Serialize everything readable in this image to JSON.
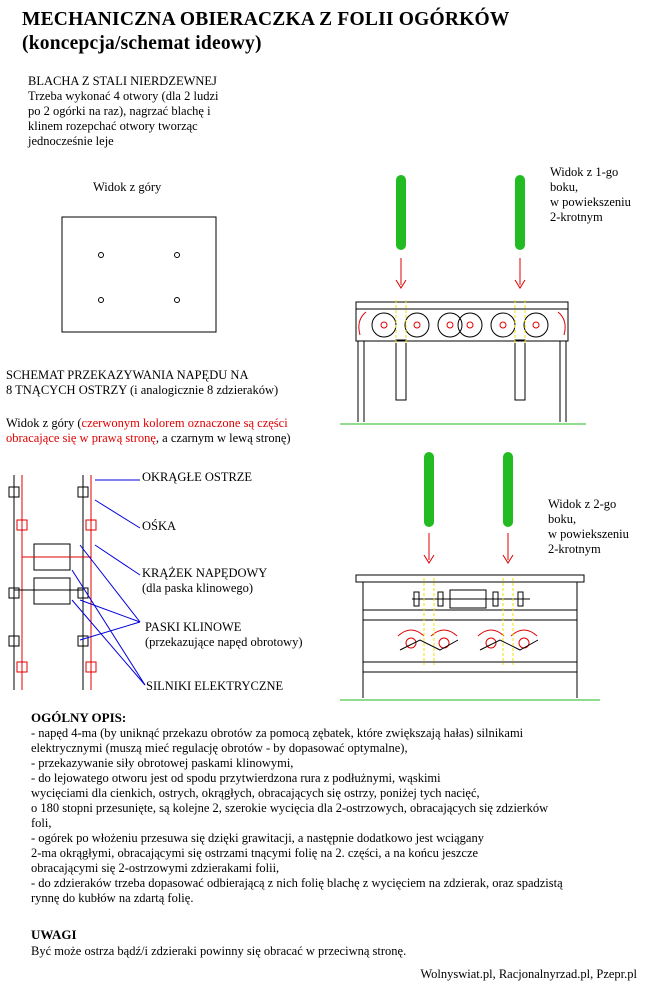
{
  "title": {
    "line1": "MECHANICZNA OBIERACZKA Z FOLII OGÓRKÓW",
    "line2": "(koncepcja/schemat ideowy)"
  },
  "plate": {
    "heading": "BLACHA Z STALI NIERDZEWNEJ",
    "lines": [
      "Trzeba wykonać 4 otwory (dla 2 ludzi",
      "po 2 ogórki na raz), nagrzać blachę i",
      "klinem rozepchać otwory tworząc",
      "jednocześnie leje"
    ],
    "view_label": "Widok z góry"
  },
  "side_view_1": {
    "lines": [
      "Widok z 1-go",
      "boku,",
      "w powiekszeniu",
      "2-krotnym"
    ]
  },
  "side_view_2": {
    "lines": [
      "Widok z 2-go",
      "boku,",
      "w powiekszeniu",
      "2-krotnym"
    ]
  },
  "drive_scheme": {
    "heading_line1": "SCHEMAT PRZEKAZYWANIA NAPĘDU NA",
    "heading_line2": "8 TNĄCYCH OSTRZY (i analogicznie 8 zdzieraków)",
    "view_prefix": "Widok z góry (",
    "view_red1": "czerwonym kolorem oznaczone są części",
    "view_red2": "obracające się w prawą stronę",
    "view_suffix": ", a czarnym w lewą stronę)"
  },
  "labels": {
    "blade": "OKRĄGŁE OSTRZE",
    "axle": "OŚKA",
    "pulley": "KRĄŻEK NAPĘDOWY",
    "pulley_sub": "(dla paska klinowego)",
    "belts": "PASKI KLINOWE",
    "belts_sub": "(przekazujące napęd obrotowy)",
    "motors": "SILNIKI ELEKTRYCZNE"
  },
  "colors": {
    "red": "#e00000",
    "green": "#22bb22",
    "yellow": "#f0e000",
    "blue": "#0000dd"
  },
  "description": {
    "heading": "OGÓLNY OPIS:",
    "lines": [
      "- napęd 4-ma (by uniknąć przekazu obrotów za pomocą zębatek, które zwiększają hałas) silnikami",
      "elektrycznymi (muszą mieć regulację obrotów - by dopasować optymalne),",
      "- przekazywanie siły obrotowej paskami klinowymi,",
      "- do lejowatego otworu jest od spodu przytwierdzona rura z podłużnymi, wąskimi",
      "wycięciami dla cienkich, ostrych, okrągłych, obracających się ostrzy, poniżej tych nacięć,",
      "o 180 stopni przesunięte, są kolejne 2, szerokie wycięcia dla 2-ostrzowych, obracających się zdzierków",
      "foli,",
      "- ogórek po włożeniu przesuwa się dzięki grawitacji, a następnie dodatkowo jest wciągany",
      "2-ma okrągłymi, obracającymi się ostrzami tnącymi folię na 2. części, a na końcu jeszcze",
      "obracającymi się 2-ostrzowymi zdzierakami folii,",
      "- do zdzieraków trzeba dopasować odbierającą  z nich folię blachę z wycięciem na zdzierak, oraz spadzistą",
      "rynnę do kubłów na zdartą folię."
    ]
  },
  "notes": {
    "heading": "UWAGI",
    "text": "Być może ostrza bądź/i zdzieraki powinny się obracać w przeciwną stronę."
  },
  "footer": "Wolnyswiat.pl, Racjonalnyrzad.pl, Pzepr.pl"
}
